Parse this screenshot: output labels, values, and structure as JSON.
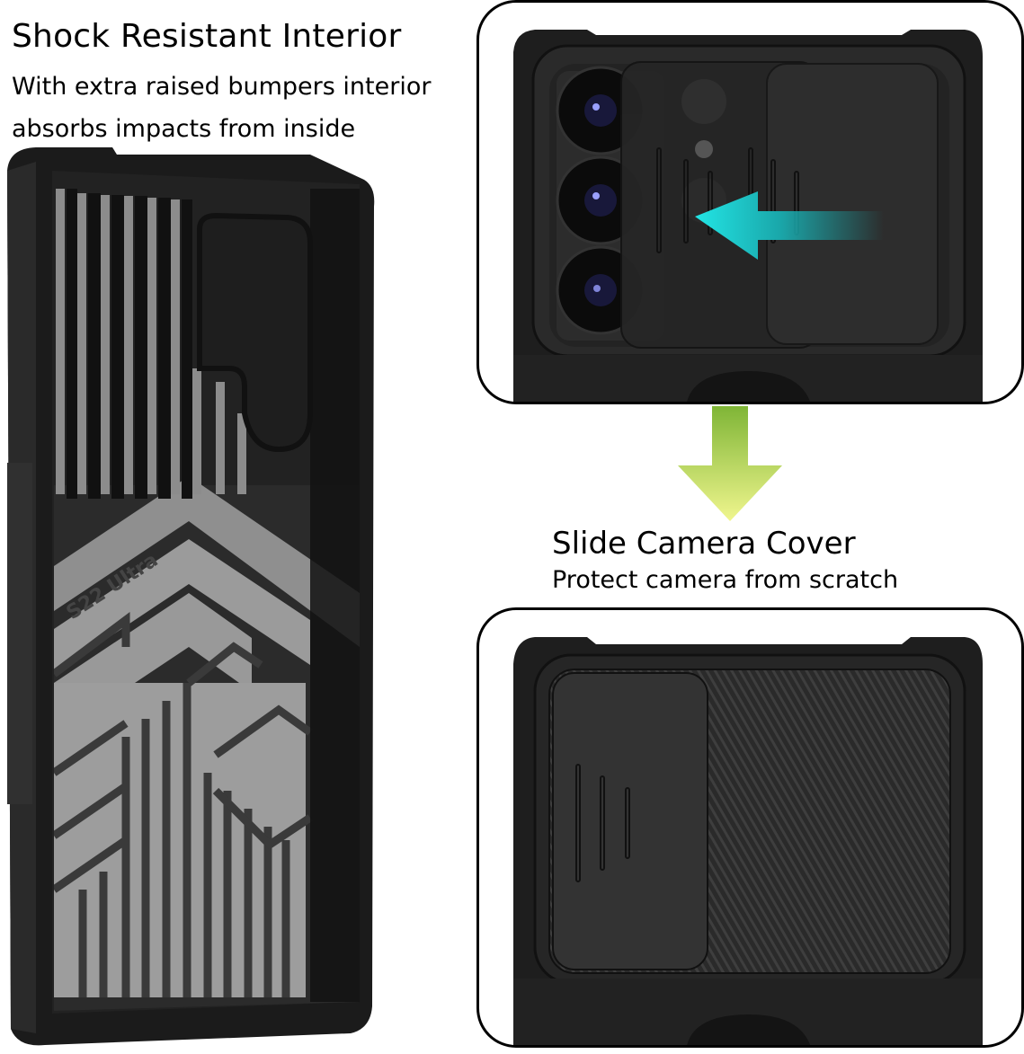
{
  "left_section": {
    "headline": "Shock Resistant Interior",
    "description_line1": "With extra raised bumpers interior",
    "description_line2": "absorbs impacts from inside",
    "case_label": "S22 Ultra"
  },
  "right_section": {
    "headline": "Slide Camera Cover",
    "description": "Protect camera from scratch"
  },
  "icons": {
    "slide_arrow": "arrow-left-icon",
    "transition_arrow": "arrow-down-icon"
  },
  "colors": {
    "background": "#ffffff",
    "text": "#000000",
    "case_black": "#1c1c1c",
    "case_dark": "#2f2f2f",
    "case_gray_pattern": "#8e8e8e",
    "slide_arrow": "#1fd3d3",
    "down_arrow_top": "#86b83a",
    "down_arrow_bottom": "#eef58c"
  }
}
